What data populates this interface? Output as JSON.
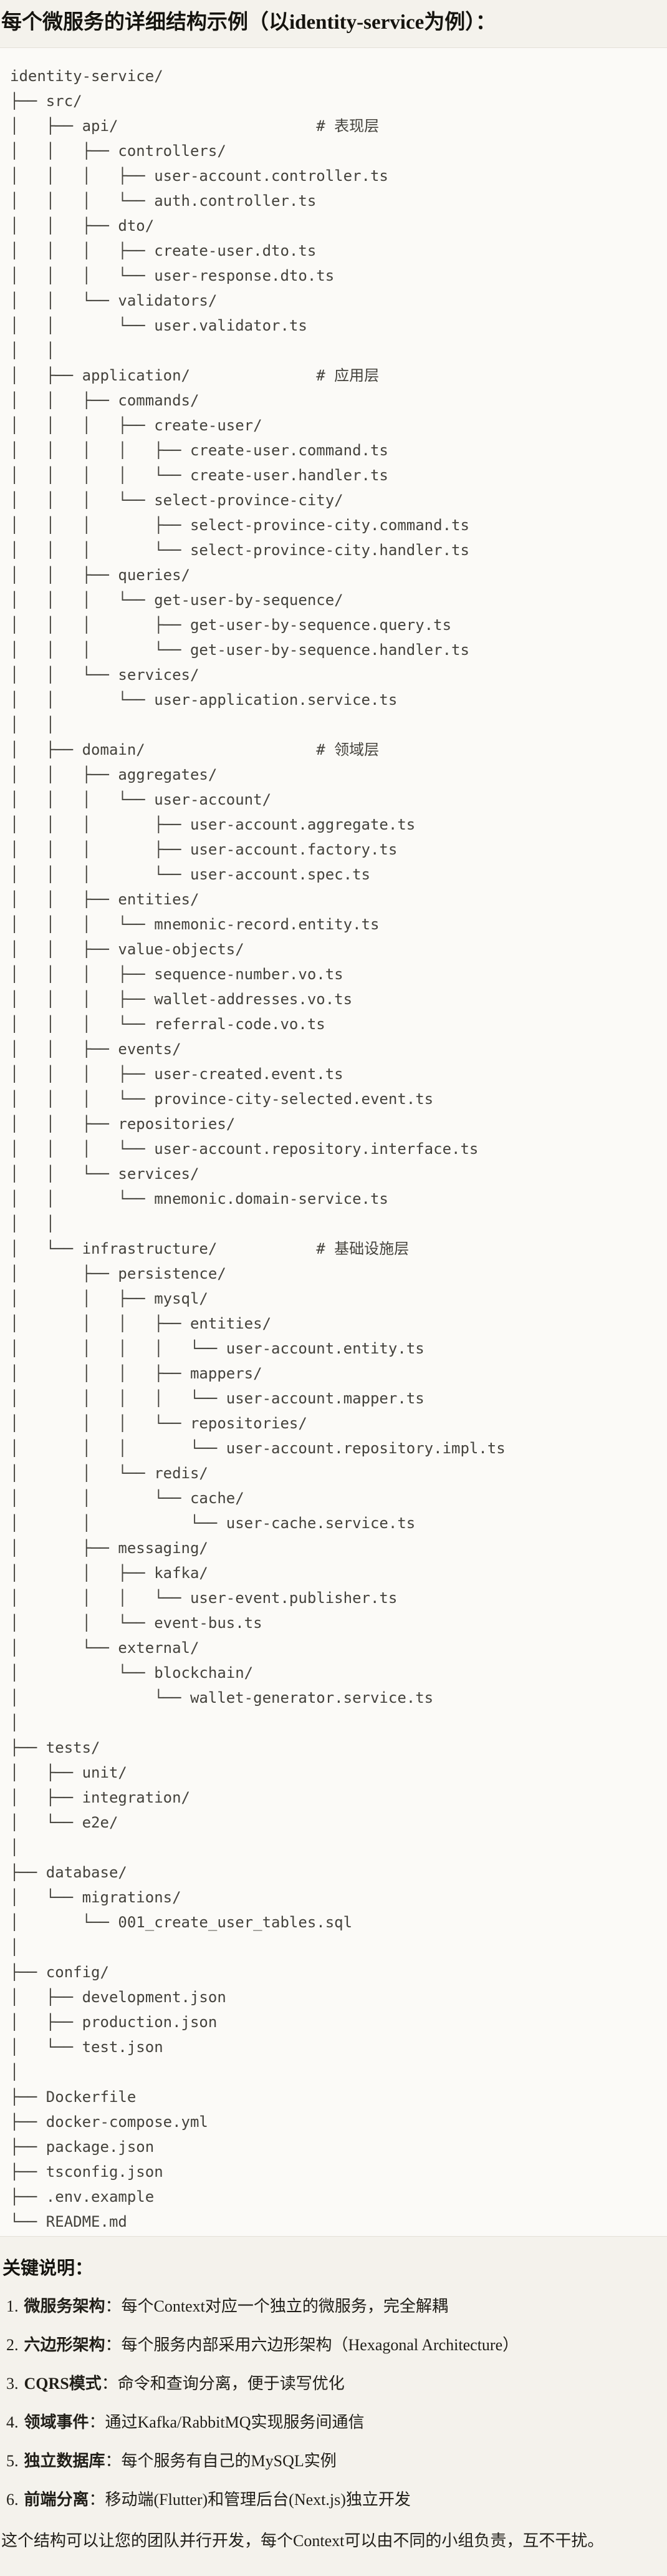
{
  "page": {
    "title": "每个微服务的详细结构示例（以identity-service为例）：",
    "colors": {
      "page_bg": "#f4f2ec",
      "code_bg": "#fbfaf7",
      "code_border": "#e3e0d8",
      "tree_text": "#44423c",
      "heading_text": "#15140f",
      "body_text": "#201e18"
    }
  },
  "tree": {
    "root": "identity-service/",
    "layer_comments": [
      "# 表现层",
      "# 应用层",
      "# 领域层",
      "# 基础设施层"
    ],
    "lines": [
      "identity-service/",
      "├── src/",
      "│   ├── api/                      # 表现层",
      "│   │   ├── controllers/",
      "│   │   │   ├── user-account.controller.ts",
      "│   │   │   └── auth.controller.ts",
      "│   │   ├── dto/",
      "│   │   │   ├── create-user.dto.ts",
      "│   │   │   └── user-response.dto.ts",
      "│   │   └── validators/",
      "│   │       └── user.validator.ts",
      "│   │",
      "│   ├── application/              # 应用层",
      "│   │   ├── commands/",
      "│   │   │   ├── create-user/",
      "│   │   │   │   ├── create-user.command.ts",
      "│   │   │   │   └── create-user.handler.ts",
      "│   │   │   └── select-province-city/",
      "│   │   │       ├── select-province-city.command.ts",
      "│   │   │       └── select-province-city.handler.ts",
      "│   │   ├── queries/",
      "│   │   │   └── get-user-by-sequence/",
      "│   │   │       ├── get-user-by-sequence.query.ts",
      "│   │   │       └── get-user-by-sequence.handler.ts",
      "│   │   └── services/",
      "│   │       └── user-application.service.ts",
      "│   │",
      "│   ├── domain/                   # 领域层",
      "│   │   ├── aggregates/",
      "│   │   │   └── user-account/",
      "│   │   │       ├── user-account.aggregate.ts",
      "│   │   │       ├── user-account.factory.ts",
      "│   │   │       └── user-account.spec.ts",
      "│   │   ├── entities/",
      "│   │   │   └── mnemonic-record.entity.ts",
      "│   │   ├── value-objects/",
      "│   │   │   ├── sequence-number.vo.ts",
      "│   │   │   ├── wallet-addresses.vo.ts",
      "│   │   │   └── referral-code.vo.ts",
      "│   │   ├── events/",
      "│   │   │   ├── user-created.event.ts",
      "│   │   │   └── province-city-selected.event.ts",
      "│   │   ├── repositories/",
      "│   │   │   └── user-account.repository.interface.ts",
      "│   │   └── services/",
      "│   │       └── mnemonic.domain-service.ts",
      "│   │",
      "│   └── infrastructure/           # 基础设施层",
      "│       ├── persistence/",
      "│       │   ├── mysql/",
      "│       │   │   ├── entities/",
      "│       │   │   │   └── user-account.entity.ts",
      "│       │   │   ├── mappers/",
      "│       │   │   │   └── user-account.mapper.ts",
      "│       │   │   └── repositories/",
      "│       │   │       └── user-account.repository.impl.ts",
      "│       │   └── redis/",
      "│       │       └── cache/",
      "│       │           └── user-cache.service.ts",
      "│       ├── messaging/",
      "│       │   ├── kafka/",
      "│       │   │   └── user-event.publisher.ts",
      "│       │   └── event-bus.ts",
      "│       └── external/",
      "│           └── blockchain/",
      "│               └── wallet-generator.service.ts",
      "│",
      "├── tests/",
      "│   ├── unit/",
      "│   ├── integration/",
      "│   └── e2e/",
      "│",
      "├── database/",
      "│   └── migrations/",
      "│       └── 001_create_user_tables.sql",
      "│",
      "├── config/",
      "│   ├── development.json",
      "│   ├── production.json",
      "│   └── test.json",
      "│",
      "├── Dockerfile",
      "├── docker-compose.yml",
      "├── package.json",
      "├── tsconfig.json",
      "├── .env.example",
      "└── README.md"
    ]
  },
  "notes": {
    "heading": "关键说明：",
    "items": [
      {
        "num": "1.",
        "term": "微服务架构",
        "desc": "：每个Context对应一个独立的微服务，完全解耦"
      },
      {
        "num": "2.",
        "term": "六边形架构",
        "desc": "：每个服务内部采用六边形架构（Hexagonal Architecture）"
      },
      {
        "num": "3.",
        "term": "CQRS模式",
        "desc": "：命令和查询分离，便于读写优化"
      },
      {
        "num": "4.",
        "term": "领域事件",
        "desc": "：通过Kafka/RabbitMQ实现服务间通信"
      },
      {
        "num": "5.",
        "term": "独立数据库",
        "desc": "：每个服务有自己的MySQL实例"
      },
      {
        "num": "6.",
        "term": "前端分离",
        "desc": "：移动端(Flutter)和管理后台(Next.js)独立开发"
      }
    ],
    "closing": "这个结构可以让您的团队并行开发，每个Context可以由不同的小组负责，互不干扰。"
  }
}
